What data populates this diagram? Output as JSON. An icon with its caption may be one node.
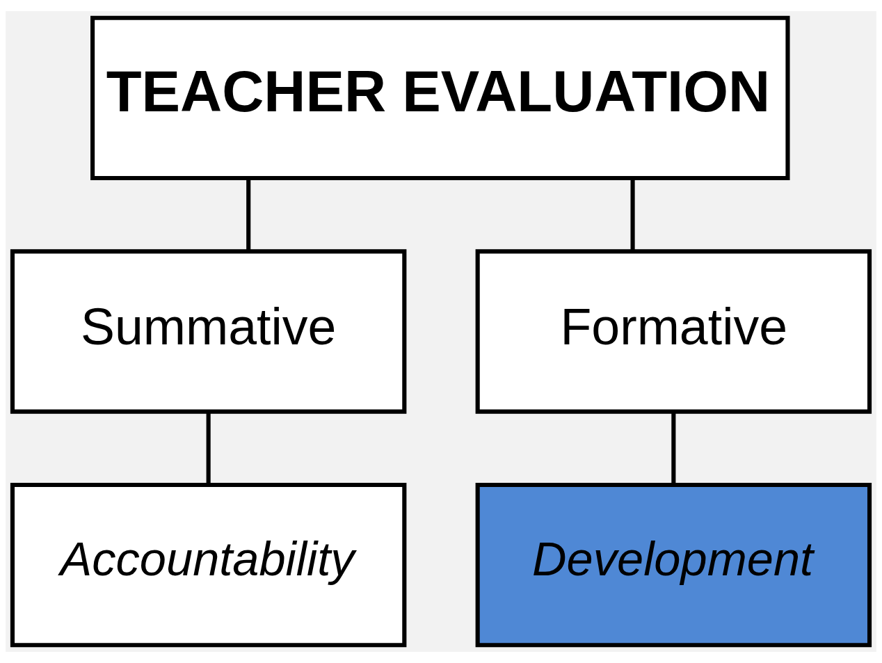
{
  "diagram": {
    "nodes": [
      {
        "text": [
          "TEACHER EVALUATION"
        ]
      },
      {
        "text": [
          "Summative"
        ]
      },
      {
        "text": [
          "Formative"
        ]
      },
      {
        "text": [
          "Accountability"
        ]
      },
      {
        "text": [
          "Development"
        ]
      }
    ],
    "edges": [
      {
        "from": 0,
        "to": 1,
        "arrow": "none"
      },
      {
        "from": 0,
        "to": 2,
        "arrow": "none"
      },
      {
        "from": 1,
        "to": 3,
        "arrow": "none"
      },
      {
        "from": 2,
        "to": 4,
        "arrow": "none"
      }
    ]
  }
}
